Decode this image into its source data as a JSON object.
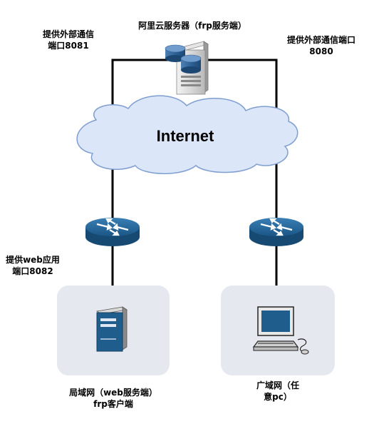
{
  "labels": {
    "server_title": "阿里云服务器（frp服务端）",
    "port_8081": [
      "提供外部通信",
      "端口8081"
    ],
    "port_8080": [
      "提供外部通信端口",
      "8080"
    ],
    "web_port": [
      "提供web应用",
      "端口8082"
    ],
    "lan": [
      "局域网（web服务端）",
      "frp客户端"
    ],
    "wan": [
      "广域网（任",
      "意pc）"
    ],
    "internet": "Internet"
  },
  "colors": {
    "cloud_fill": "#dbe6f8",
    "cloud_stroke": "#7f9ed0",
    "router_fill": "#1e5b8a",
    "zone_fill": "#e5e8ee",
    "line": "#000000"
  },
  "icons": {
    "server": "server-stack-icon",
    "router": "router-icon",
    "host": "tower-server-icon",
    "pc": "desktop-pc-icon"
  }
}
